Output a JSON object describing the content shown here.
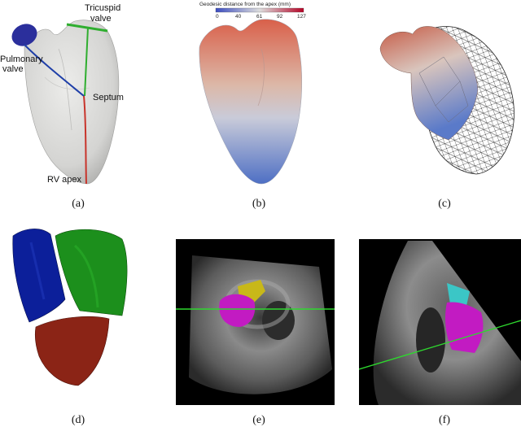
{
  "figure": {
    "captions": [
      "(a)",
      "(b)",
      "(c)",
      "(d)",
      "(e)",
      "(f)"
    ],
    "panel_a": {
      "labels": [
        "Tricuspid",
        "valve",
        "Pulmonary",
        "valve",
        "Septum",
        "RV apex"
      ]
    },
    "panel_b": {
      "colorbar_title": "Geodesic distance from the apex (mm)",
      "colorbar_ticks": [
        "0",
        "40",
        "61",
        "92",
        "127"
      ]
    },
    "colors": {
      "mesh_grey": "#d9d9d7",
      "blue_line": "#1f3fa8",
      "green_line": "#2fae2f",
      "red_line": "#c8342b",
      "seg_blue": "#0c1f9a",
      "seg_green": "#1c8f1c",
      "seg_red": "#8b2416",
      "us_magenta": "#c21bc2",
      "us_yellow": "#c8b819",
      "us_cyan": "#3bc6c6",
      "us_line": "#2ed82e"
    }
  }
}
